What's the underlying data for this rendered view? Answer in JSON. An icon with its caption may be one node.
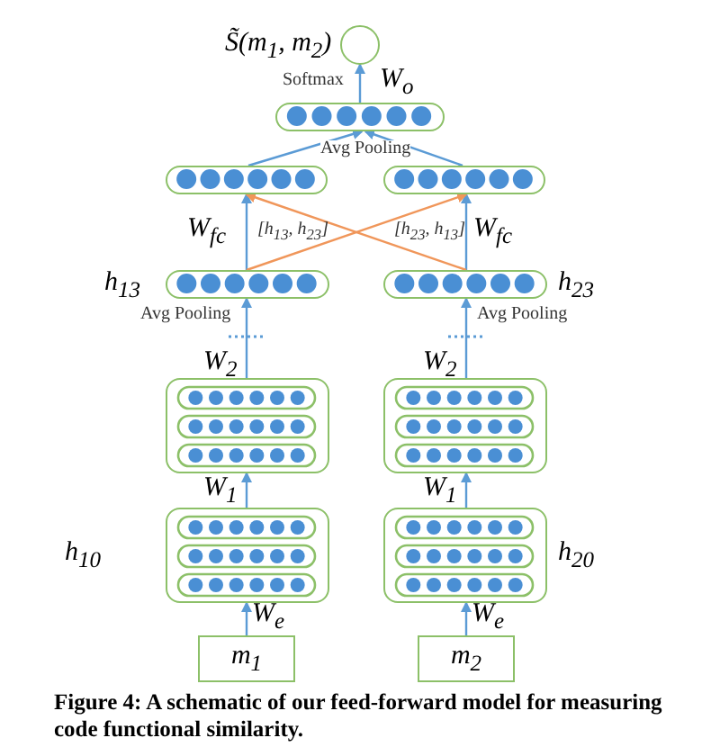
{
  "diagram": {
    "caption": "Figure 4: A schematic of our feed-forward model for measuring code functional similarity.",
    "nodes": [
      {
        "text": [],
        "shape": "circle",
        "beside": [
          "S̃(m$_{1}$, m$_{2}$)"
        ]
      },
      {
        "text": [],
        "shape": "bar"
      },
      {
        "text": [],
        "shape": "bar"
      },
      {
        "text": [],
        "shape": "bar"
      },
      {
        "text": [],
        "shape": "bar",
        "beside": [
          "h$_{13}$"
        ]
      },
      {
        "text": [],
        "shape": "bar",
        "beside": [
          "h$_{23}$"
        ]
      },
      {
        "text": [],
        "shape": "box"
      },
      {
        "text": [],
        "shape": "box"
      },
      {
        "text": [],
        "shape": "box",
        "beside": [
          "h$_{10}$"
        ]
      },
      {
        "text": [],
        "shape": "box",
        "beside": [
          "h$_{20}$"
        ]
      },
      {
        "text": [
          "m$_{1}$"
        ]
      },
      {
        "text": [
          "m$_{2}$"
        ]
      }
    ],
    "edges": [
      {
        "from": 10,
        "to": 8,
        "arrow": "to",
        "label": "W$_{e}$"
      },
      {
        "from": 11,
        "to": 9,
        "arrow": "to",
        "label": "W$_{e}$"
      },
      {
        "from": 8,
        "to": 6,
        "arrow": "to",
        "label": "W$_{1}$"
      },
      {
        "from": 9,
        "to": 7,
        "arrow": "to",
        "label": "W$_{1}$"
      },
      {
        "from": 6,
        "to": 4,
        "arrow": "to",
        "label": "W$_{2}$"
      },
      {
        "from": 7,
        "to": 5,
        "arrow": "to",
        "label": "W$_{2}$"
      },
      {
        "from": 4,
        "to": 2,
        "arrow": "to",
        "label": "W$_{fc}$"
      },
      {
        "from": 5,
        "to": 3,
        "arrow": "to",
        "label": "W$_{fc}$"
      },
      {
        "from": 4,
        "to": 3,
        "arrow": "to",
        "color": "#f0965a"
      },
      {
        "from": 5,
        "to": 2,
        "arrow": "to",
        "color": "#f0965a"
      },
      {
        "from": 2,
        "to": 1,
        "arrow": "to"
      },
      {
        "from": 3,
        "to": 1,
        "arrow": "to"
      },
      {
        "from": 1,
        "to": 0,
        "arrow": "to",
        "label": "W$_{o}$"
      }
    ],
    "labels": [
      "Softmax",
      "Avg Pooling",
      "[h$_{13}$, h$_{23}$]",
      "[h$_{23}$, h$_{13}$]",
      "Avg Pooling",
      "Avg Pooling"
    ]
  }
}
